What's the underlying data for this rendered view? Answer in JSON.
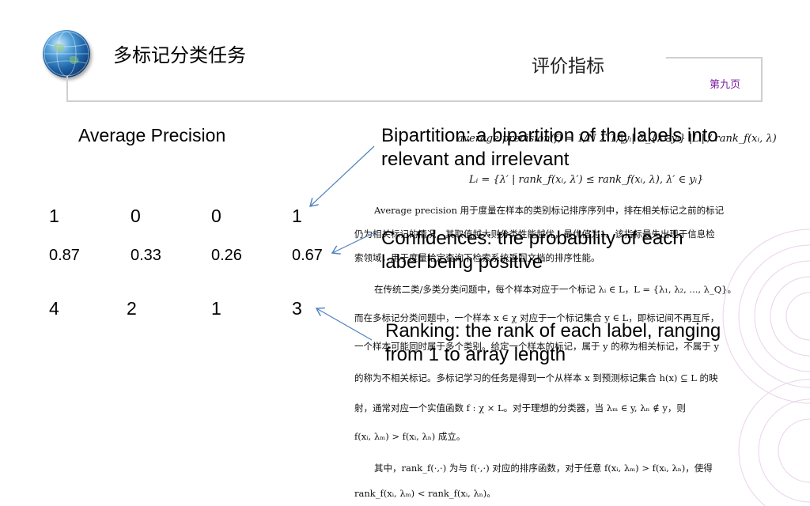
{
  "header": {
    "title": "多标记分类任务",
    "section": "评价指标",
    "page_label": "第九页"
  },
  "left": {
    "heading": "Average Precision",
    "rows": [
      [
        "1",
        "0",
        "0",
        "1"
      ],
      [
        "0.87",
        "0.33",
        "0.26",
        "0.67"
      ],
      [
        "4",
        "2",
        "1",
        "3"
      ]
    ]
  },
  "annotations": {
    "bipartition": "Bipartition: a bipartition of the labels into relevant and irrelevant",
    "confidences": "Confidences: the probability of each label being positive",
    "ranking": "Ranking: the rank of each label, ranging from 1 to array length"
  },
  "document": {
    "formula_1": "average precision(f) = 1/N Σ 1/|yᵢ| Σ_{λ∈yᵢ} |Lᵢ| / rank_f(xᵢ, λ)",
    "formula_2": "Lᵢ = {λ′ | rank_f(xᵢ, λ′) ≤ rank_f(xᵢ, λ), λ′ ∈ yᵢ}",
    "p1_l1": "Average precision 用于度量在样本的类别标记排序序列中，排在相关标记之前的标记",
    "p1_l2": "仍为相关标记的情况，其取值越大则分类性能越优，最优值为1。该指标最先出现于信息检",
    "p1_l3": "索领域，用于度量给定查询下检索系统返回文档的排序性能。",
    "p2_l1": "在传统二类/多类分类问题中，每个样本对应于一个标记 λᵢ ∈ L，L = {λ₁, λ₂, ..., λ_Q}。",
    "p2_l2": "而在多标记分类问题中，一个样本 x ∈ χ 对应于一个标记集合 y ∈ L，即标记间不再互斥，",
    "p2_l3": "一个样本可能同时属于多个类别。给定一个样本的标记，属于 y 的称为相关标记，不属于 y",
    "p2_l4": "的称为不相关标记。多标记学习的任务是得到一个从样本 x 到预测标记集合 h(x) ⊆ L 的映",
    "p2_l5": "射，通常对应一个实值函数 f : χ × L。对于理想的分类器，当 λₘ ∈ y, λₙ ∉ y，则",
    "p2_l6": "f(xᵢ, λₘ) > f(xᵢ, λₙ) 成立。",
    "p3_l1": "其中，rank_f(·,·) 为与 f(·,·) 对应的排序函数，对于任意 f(xᵢ, λₘ) > f(xᵢ, λₙ)，使得",
    "p3_l2": "rank_f(xᵢ, λₘ) < rank_f(xᵢ, λₙ)。"
  },
  "colors": {
    "frame": "#cfcfcf",
    "page_label": "#7b1fa2",
    "arrow": "#4f81bd",
    "deco": "#e9d3ea"
  }
}
